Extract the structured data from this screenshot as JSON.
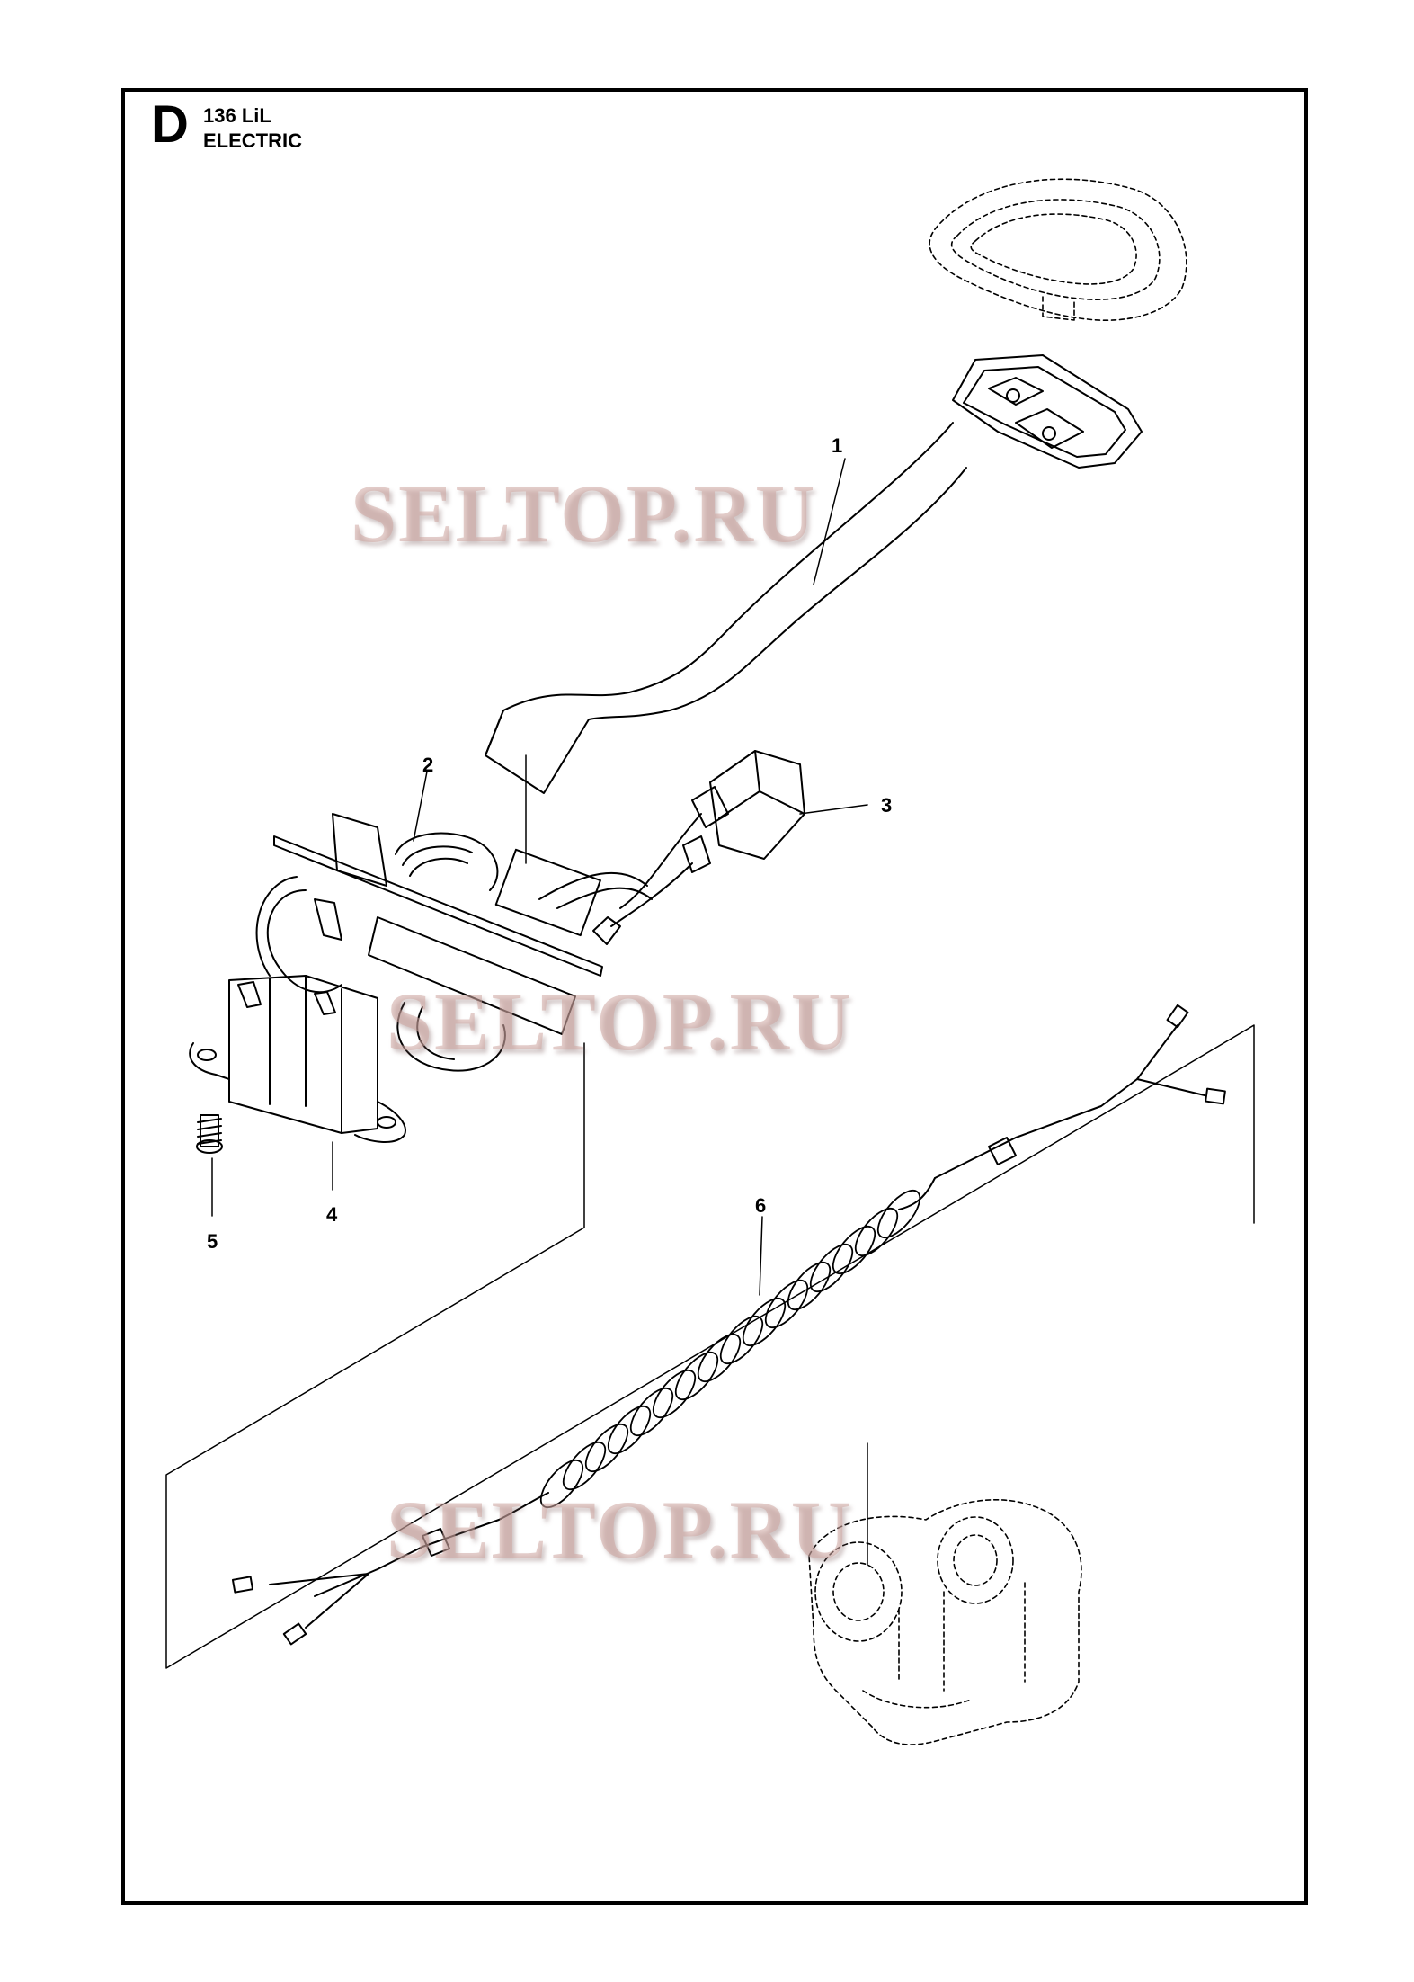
{
  "header": {
    "section_letter": "D",
    "model": "136 LiL",
    "subtitle": "ELECTRIC"
  },
  "watermark": {
    "text": "SELTOP.RU",
    "color": "#cda5a0"
  },
  "callouts": [
    {
      "id": "1",
      "label": "1"
    },
    {
      "id": "2",
      "label": "2"
    },
    {
      "id": "3",
      "label": "3"
    },
    {
      "id": "4",
      "label": "4"
    },
    {
      "id": "5",
      "label": "5"
    },
    {
      "id": "6",
      "label": "6"
    }
  ],
  "parts": [
    {
      "ref": "1",
      "name": "switch-cable"
    },
    {
      "ref": "2",
      "name": "circuit-board"
    },
    {
      "ref": "3",
      "name": "connector"
    },
    {
      "ref": "4",
      "name": "board-holder"
    },
    {
      "ref": "5",
      "name": "screw"
    },
    {
      "ref": "6",
      "name": "coiled-cable"
    }
  ]
}
